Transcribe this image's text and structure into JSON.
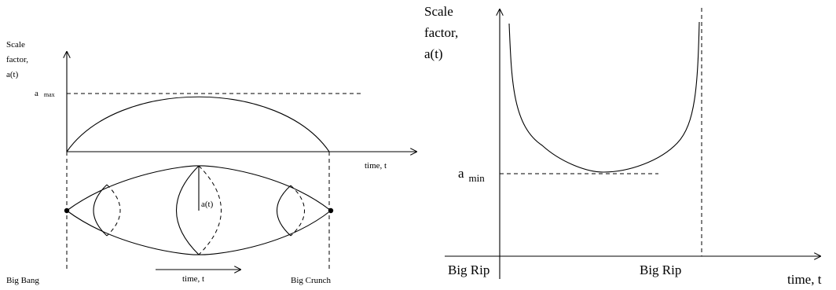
{
  "left_panel": {
    "ylabel_lines": [
      "Scale",
      "factor,",
      "a(t)"
    ],
    "amax_base": "a",
    "amax_sub": "max",
    "xlabel": "time, t",
    "radius_label": "a(t)",
    "arrow_label": "time, t",
    "start_label": "Big Bang",
    "end_label": "Big Crunch"
  },
  "right_panel": {
    "ylabel_lines": [
      "Scale",
      "factor,",
      "a(t)"
    ],
    "amin_base": "a",
    "amin_sub": "min",
    "xlabel": "time, t",
    "left_label": "Big Rip",
    "right_label": "Big Rip"
  }
}
